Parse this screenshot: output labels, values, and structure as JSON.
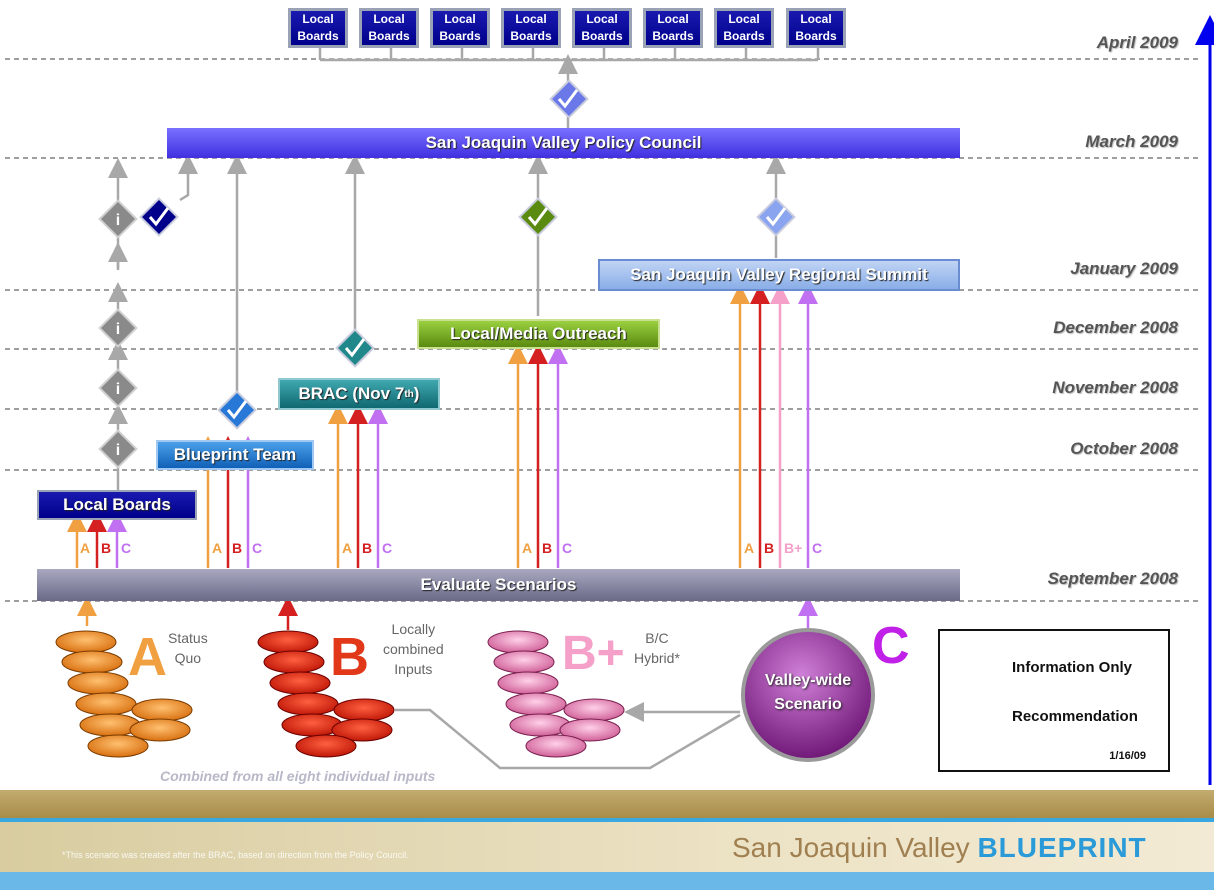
{
  "local_boards_top": [
    "Local\nBoards",
    "Local\nBoards",
    "Local\nBoards",
    "Local\nBoards",
    "Local\nBoards",
    "Local\nBoards",
    "Local\nBoards",
    "Local\nBoards"
  ],
  "dates": {
    "apr2009": "April 2009",
    "mar2009": "March 2009",
    "jan2009": "January 2009",
    "dec2008": "December 2008",
    "nov2008": "November 2008",
    "oct2008": "October 2008",
    "sep2008": "September 2008"
  },
  "bars": {
    "policy_council": "San Joaquin Valley Policy Council",
    "regional_summit": "San Joaquin Valley Regional Summit",
    "media_outreach": "Local/Media Outreach",
    "brac_prefix": "BRAC (Nov 7",
    "brac_sup": "th",
    "brac_suffix": ")",
    "blueprint_team": "Blueprint Team",
    "local_boards": "Local Boards",
    "evaluate": "Evaluate Scenarios"
  },
  "abc_groups": [
    [
      "A",
      "B",
      "C"
    ],
    [
      "A",
      "B",
      "C"
    ],
    [
      "A",
      "B",
      "C"
    ],
    [
      "A",
      "B",
      "C"
    ],
    [
      "A",
      "B",
      "B+",
      "C"
    ]
  ],
  "scenarios": {
    "a_letter": "A",
    "a_label_1": "Status",
    "a_label_2": "Quo",
    "b_letter": "B",
    "b_label_1": "Locally",
    "b_label_2": "combined",
    "b_label_3": "Inputs",
    "bplus_letter": "B+",
    "bplus_label_1": "B/C",
    "bplus_label_2": "Hybrid*",
    "c_letter": "C",
    "c_circle_1": "Valley-wide",
    "c_circle_2": "Scenario",
    "combined_note": "Combined from all eight individual inputs"
  },
  "legend": {
    "info": "Information Only",
    "recommendation": "Recommendation",
    "date": "1/16/09"
  },
  "footer": {
    "note": "*This scenario was created after the BRAC, based on direction from the Policy Council.",
    "title_main": "San Joaquin Valley",
    "title_accent": "BLUEPRINT"
  },
  "colors": {
    "a_orange": "#f0a040",
    "b_red": "#d42020",
    "bplus_pink": "#f4a0c8",
    "c_purple": "#c070f0",
    "timeline_blue": "#0000ee",
    "policy_blue": "#5a4cf0",
    "navy": "#00008b"
  },
  "icons": {
    "info": "info-diamond-icon",
    "check": "checkmark-diamond-icon",
    "arrow": "timeline-arrow-icon"
  }
}
